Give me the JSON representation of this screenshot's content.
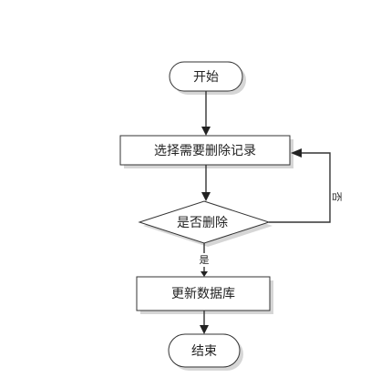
{
  "nodes": {
    "start": {
      "label": "开始",
      "shape": "terminator"
    },
    "select_record": {
      "label": "选择需要删除记录",
      "shape": "process"
    },
    "decide_delete": {
      "label": "是否删除",
      "shape": "decision"
    },
    "update_db": {
      "label": "更新数据库",
      "shape": "process"
    },
    "end": {
      "label": "结束",
      "shape": "terminator"
    }
  },
  "edges": {
    "yes_label": "是",
    "no_label": "否"
  },
  "colors": {
    "line": "#333333",
    "fill": "#ffffff",
    "shadow": "#d6d6d6",
    "text": "#222222"
  }
}
